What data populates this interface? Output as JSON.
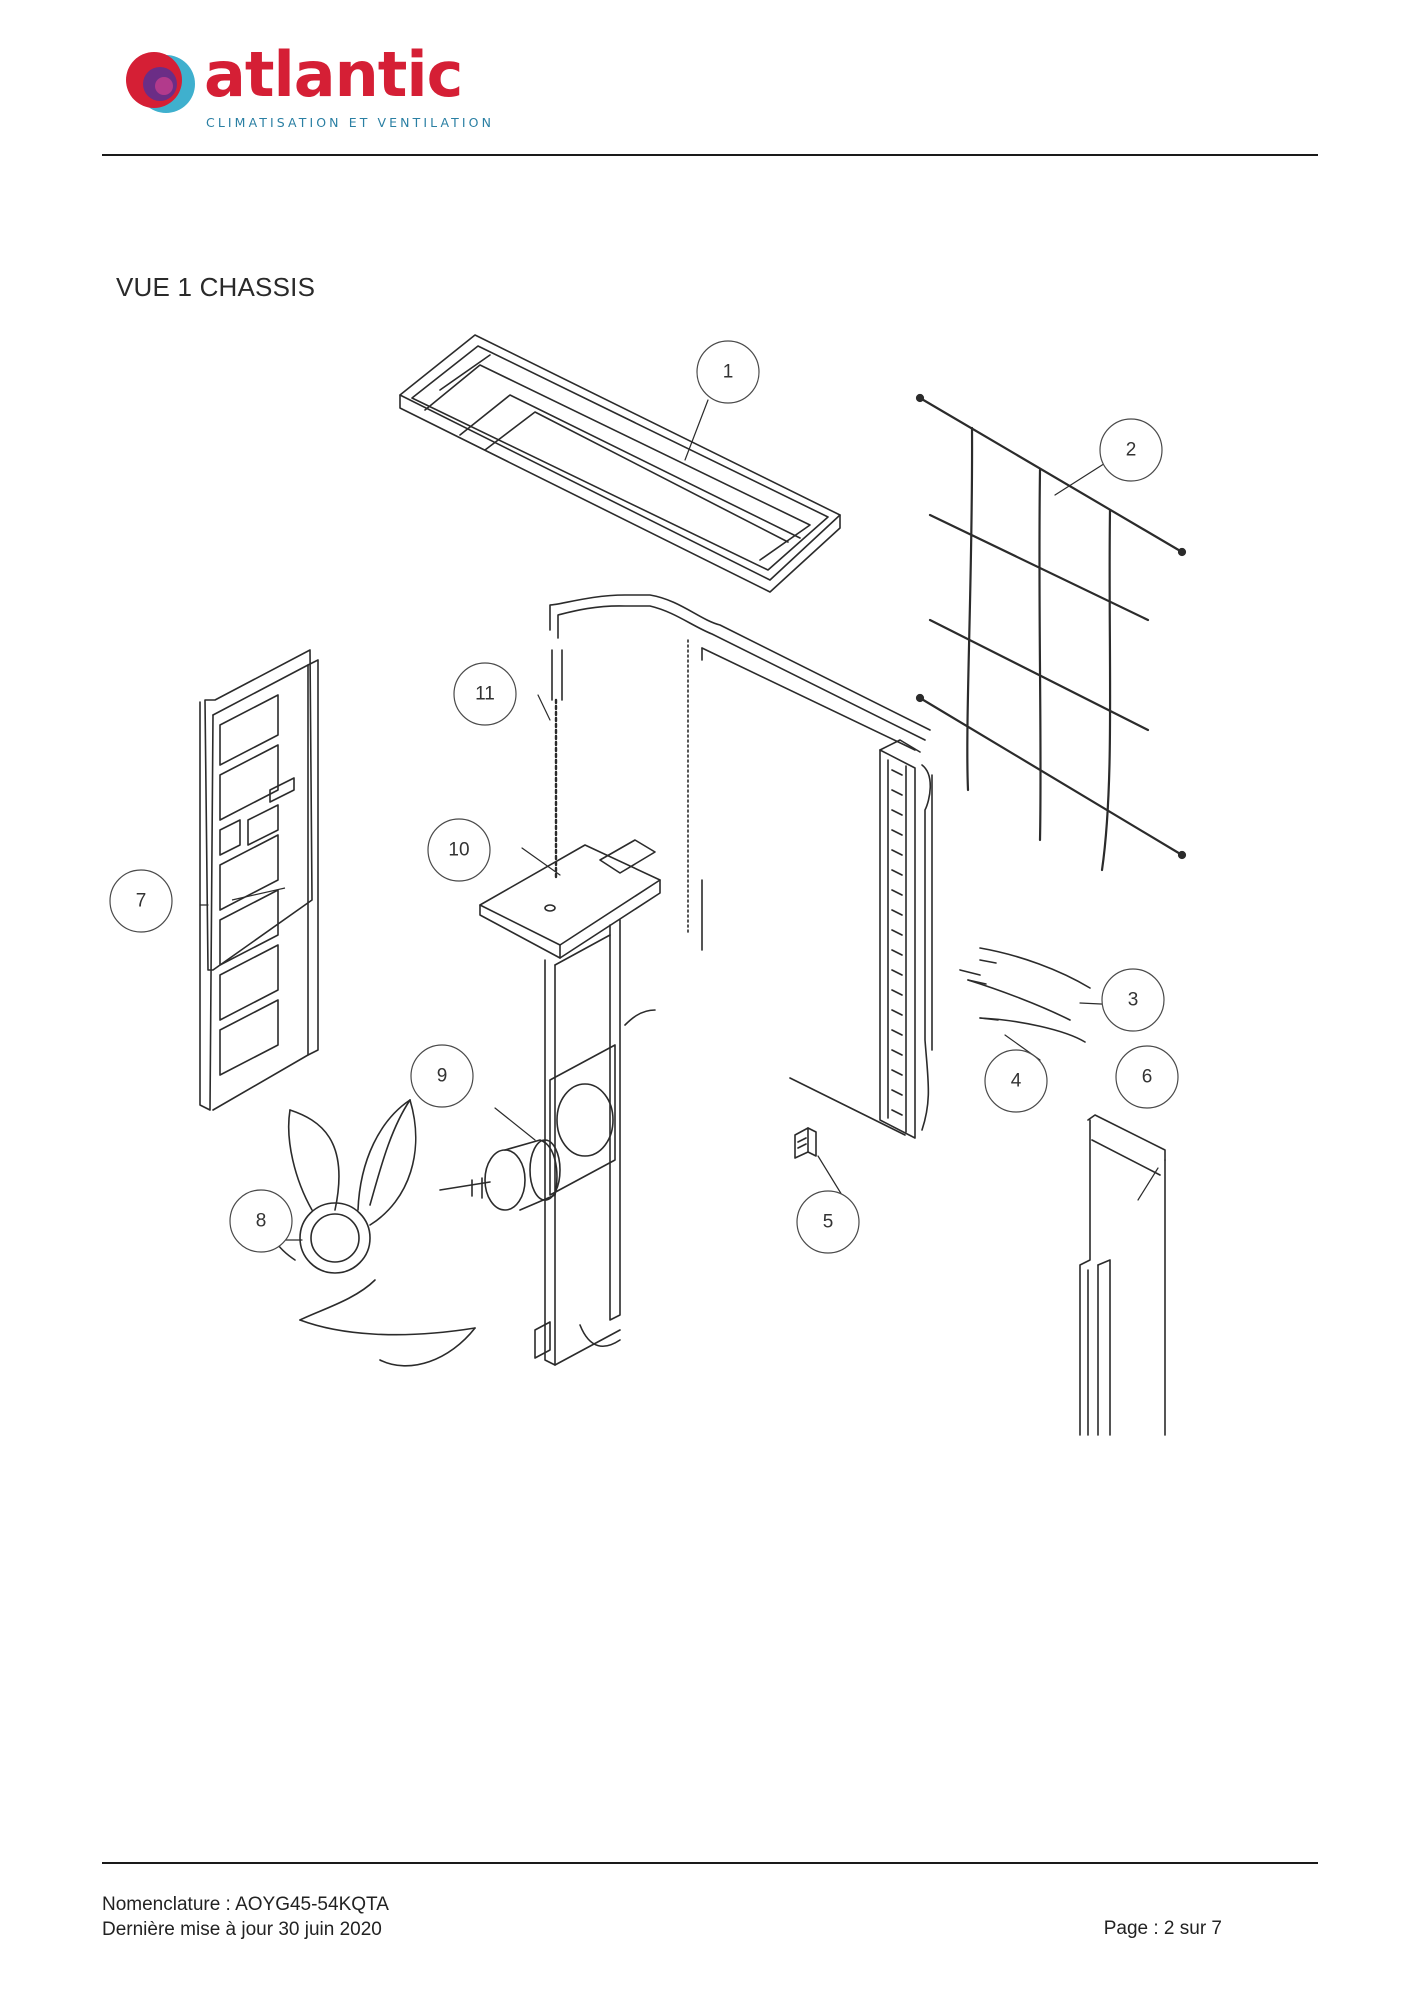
{
  "header": {
    "brand": "atlantic",
    "tagline": "CLIMATISATION ET VENTILATION",
    "brand_colors": {
      "red": "#d51f35",
      "purple": "#6b2d86",
      "blue": "#2a7fa3"
    }
  },
  "section_title": "VUE 1 CHASSIS",
  "diagram": {
    "callouts": [
      {
        "id": "1",
        "label": "1"
      },
      {
        "id": "2",
        "label": "2"
      },
      {
        "id": "3",
        "label": "3"
      },
      {
        "id": "4",
        "label": "4"
      },
      {
        "id": "5",
        "label": "5"
      },
      {
        "id": "6",
        "label": "6"
      },
      {
        "id": "7",
        "label": "7"
      },
      {
        "id": "8",
        "label": "8"
      },
      {
        "id": "9",
        "label": "9"
      },
      {
        "id": "10",
        "label": "10"
      },
      {
        "id": "11",
        "label": "11"
      }
    ]
  },
  "footer": {
    "nomenclature": "Nomenclature : AOYG45-54KQTA",
    "updated": "Dernière mise à jour 30 juin 2020",
    "page": "Page : 2 sur 7"
  }
}
